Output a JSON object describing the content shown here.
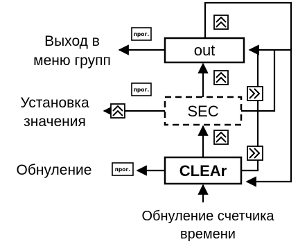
{
  "diagram": {
    "boxes": {
      "out": "out",
      "sec": "SEC",
      "clear": "CLEAr"
    },
    "labels": {
      "exit_line1": "Выход в",
      "exit_line2": "меню групп",
      "set_line1": "Установка",
      "set_line2": "значения",
      "reset": "Обнуление",
      "bottom_line1": "Обнуление счетчика",
      "bottom_line2": "времени"
    },
    "buttons": {
      "prog": "прог."
    },
    "icons": {
      "up": "double-chevron-up-icon",
      "right": "double-chevron-right-icon"
    }
  }
}
